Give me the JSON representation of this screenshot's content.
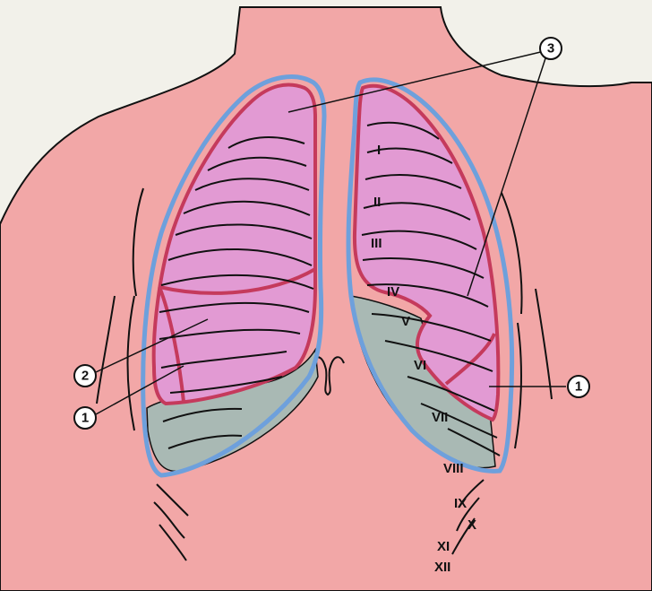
{
  "colors": {
    "background": "#f2f1ea",
    "skin": "#f2a7a7",
    "lung": "#e29ad3",
    "pleura_recess": "#a9b9b4",
    "pleura_outline": "#6ea0dc",
    "lung_outline": "#c53a5c",
    "rib_line": "#111111"
  },
  "markers": [
    {
      "id": "m3",
      "text": "3"
    },
    {
      "id": "m2",
      "text": "2"
    },
    {
      "id": "m1-left",
      "text": "1"
    },
    {
      "id": "m1-right",
      "text": "1"
    }
  ],
  "rib_labels": [
    "I",
    "II",
    "III",
    "IV",
    "V",
    "VI",
    "VII",
    "VIII",
    "IX",
    "X",
    "XI",
    "XII"
  ]
}
